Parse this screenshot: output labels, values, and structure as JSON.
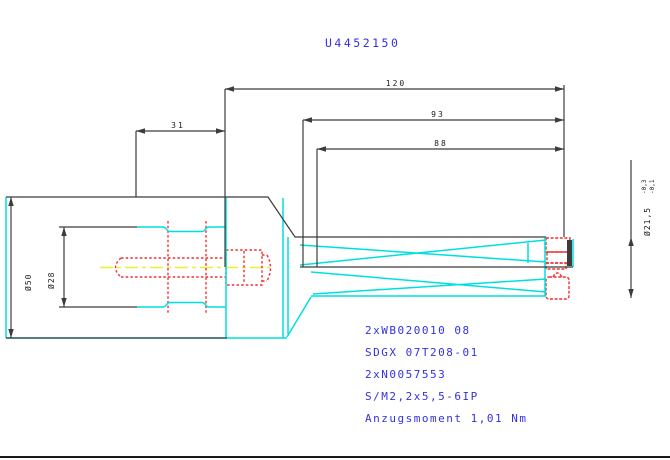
{
  "title": "U4452150",
  "colors": {
    "outline_dark": "#3c3c3c",
    "part_cyan": "#00dfdf",
    "hidden_red": "#f23030",
    "centerline_yellow": "#efef30",
    "annotation_blue": "#3232e0",
    "dimension_text": "#1c1c1c",
    "background": "#ffffff"
  },
  "dimensions": {
    "overall_length": "120",
    "length_to_insert_seat": "93",
    "flute_length": "88",
    "shank_length": "31",
    "shank_diameter": "Ø50",
    "bore_diameter": "Ø28",
    "cutting_diameter": "Ø21,5",
    "cutting_diameter_tol_upper": "-0,3",
    "cutting_diameter_tol_lower": "-0,1"
  },
  "notes": {
    "line1": "2xWB020010 08",
    "line2": "SDGX 07T208-01",
    "line3": "2xN0057553",
    "line4": "S/M2,2x5,5-6IP",
    "line5": "Anzugsmoment 1,01 Nm"
  }
}
